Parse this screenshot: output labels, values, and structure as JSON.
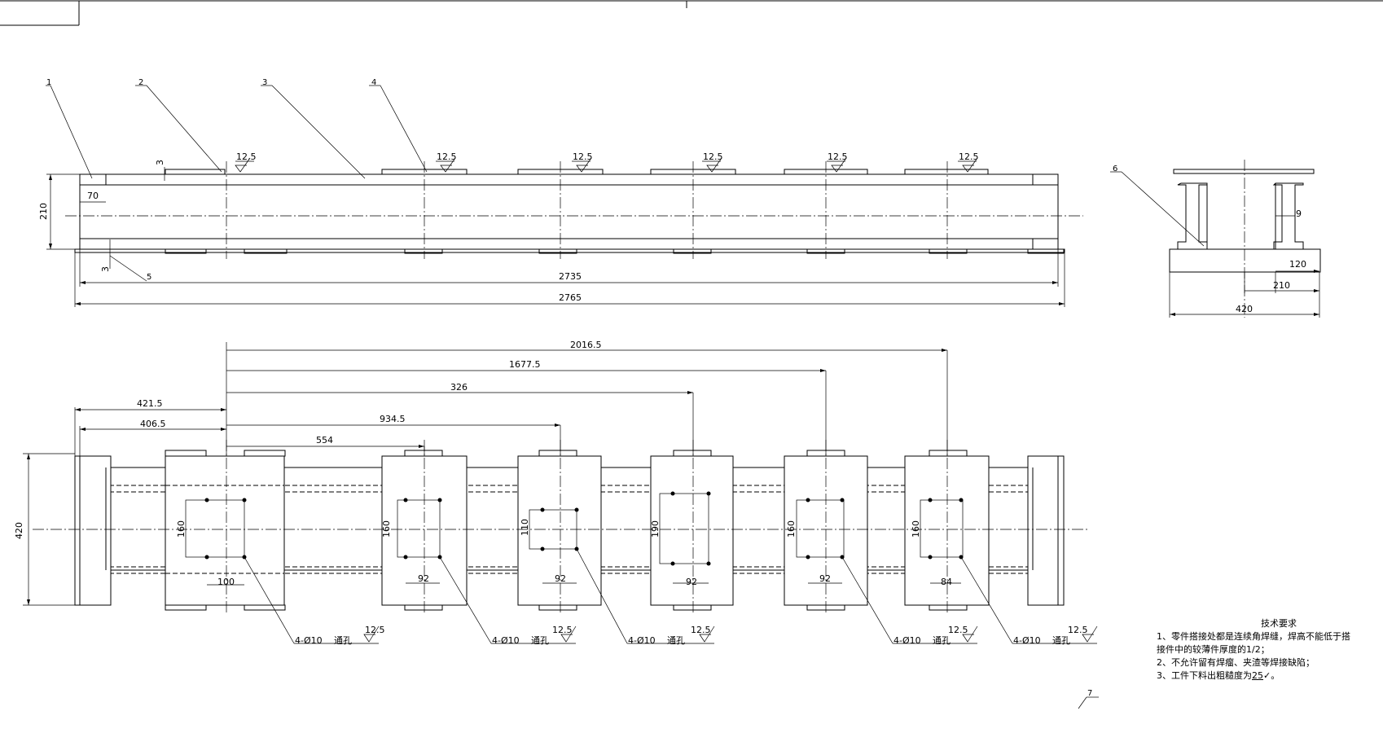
{
  "balloons": [
    "1",
    "2",
    "3",
    "4",
    "5",
    "6",
    "7"
  ],
  "roughness": "12.5",
  "front_view": {
    "plate_thickness_top": "3",
    "plate_thickness_bottom": "3",
    "end_offset": "70",
    "height": "210",
    "inner_length": "2735",
    "overall_length": "2765"
  },
  "side_view": {
    "web_thickness": "9",
    "flange_half": "120",
    "half_width": "210",
    "width": "420"
  },
  "top_view": {
    "width": "420",
    "dims": [
      "2016.5",
      "1677.5",
      "326",
      "934.5",
      "554",
      "421.5",
      "406.5"
    ],
    "plate_hole_spacing": [
      "160",
      "160",
      "110",
      "190",
      "160",
      "160"
    ],
    "plate_hole_pitch": [
      "100",
      "92",
      "92",
      "92",
      "92",
      "84"
    ],
    "hole_callout": "4-Ø10",
    "hole_type": "通孔"
  },
  "notes": {
    "title": "技术要求",
    "lines": [
      "1、零件搭接处都是连续角焊缝，焊高不能低于搭",
      "接件中的较薄件厚度的1/2；",
      "2、不允许留有焊瘤、夹渣等焊接缺陷；",
      "3、工件下料出粗糙度为"
    ],
    "roughness_value": "25",
    "end": "。"
  }
}
